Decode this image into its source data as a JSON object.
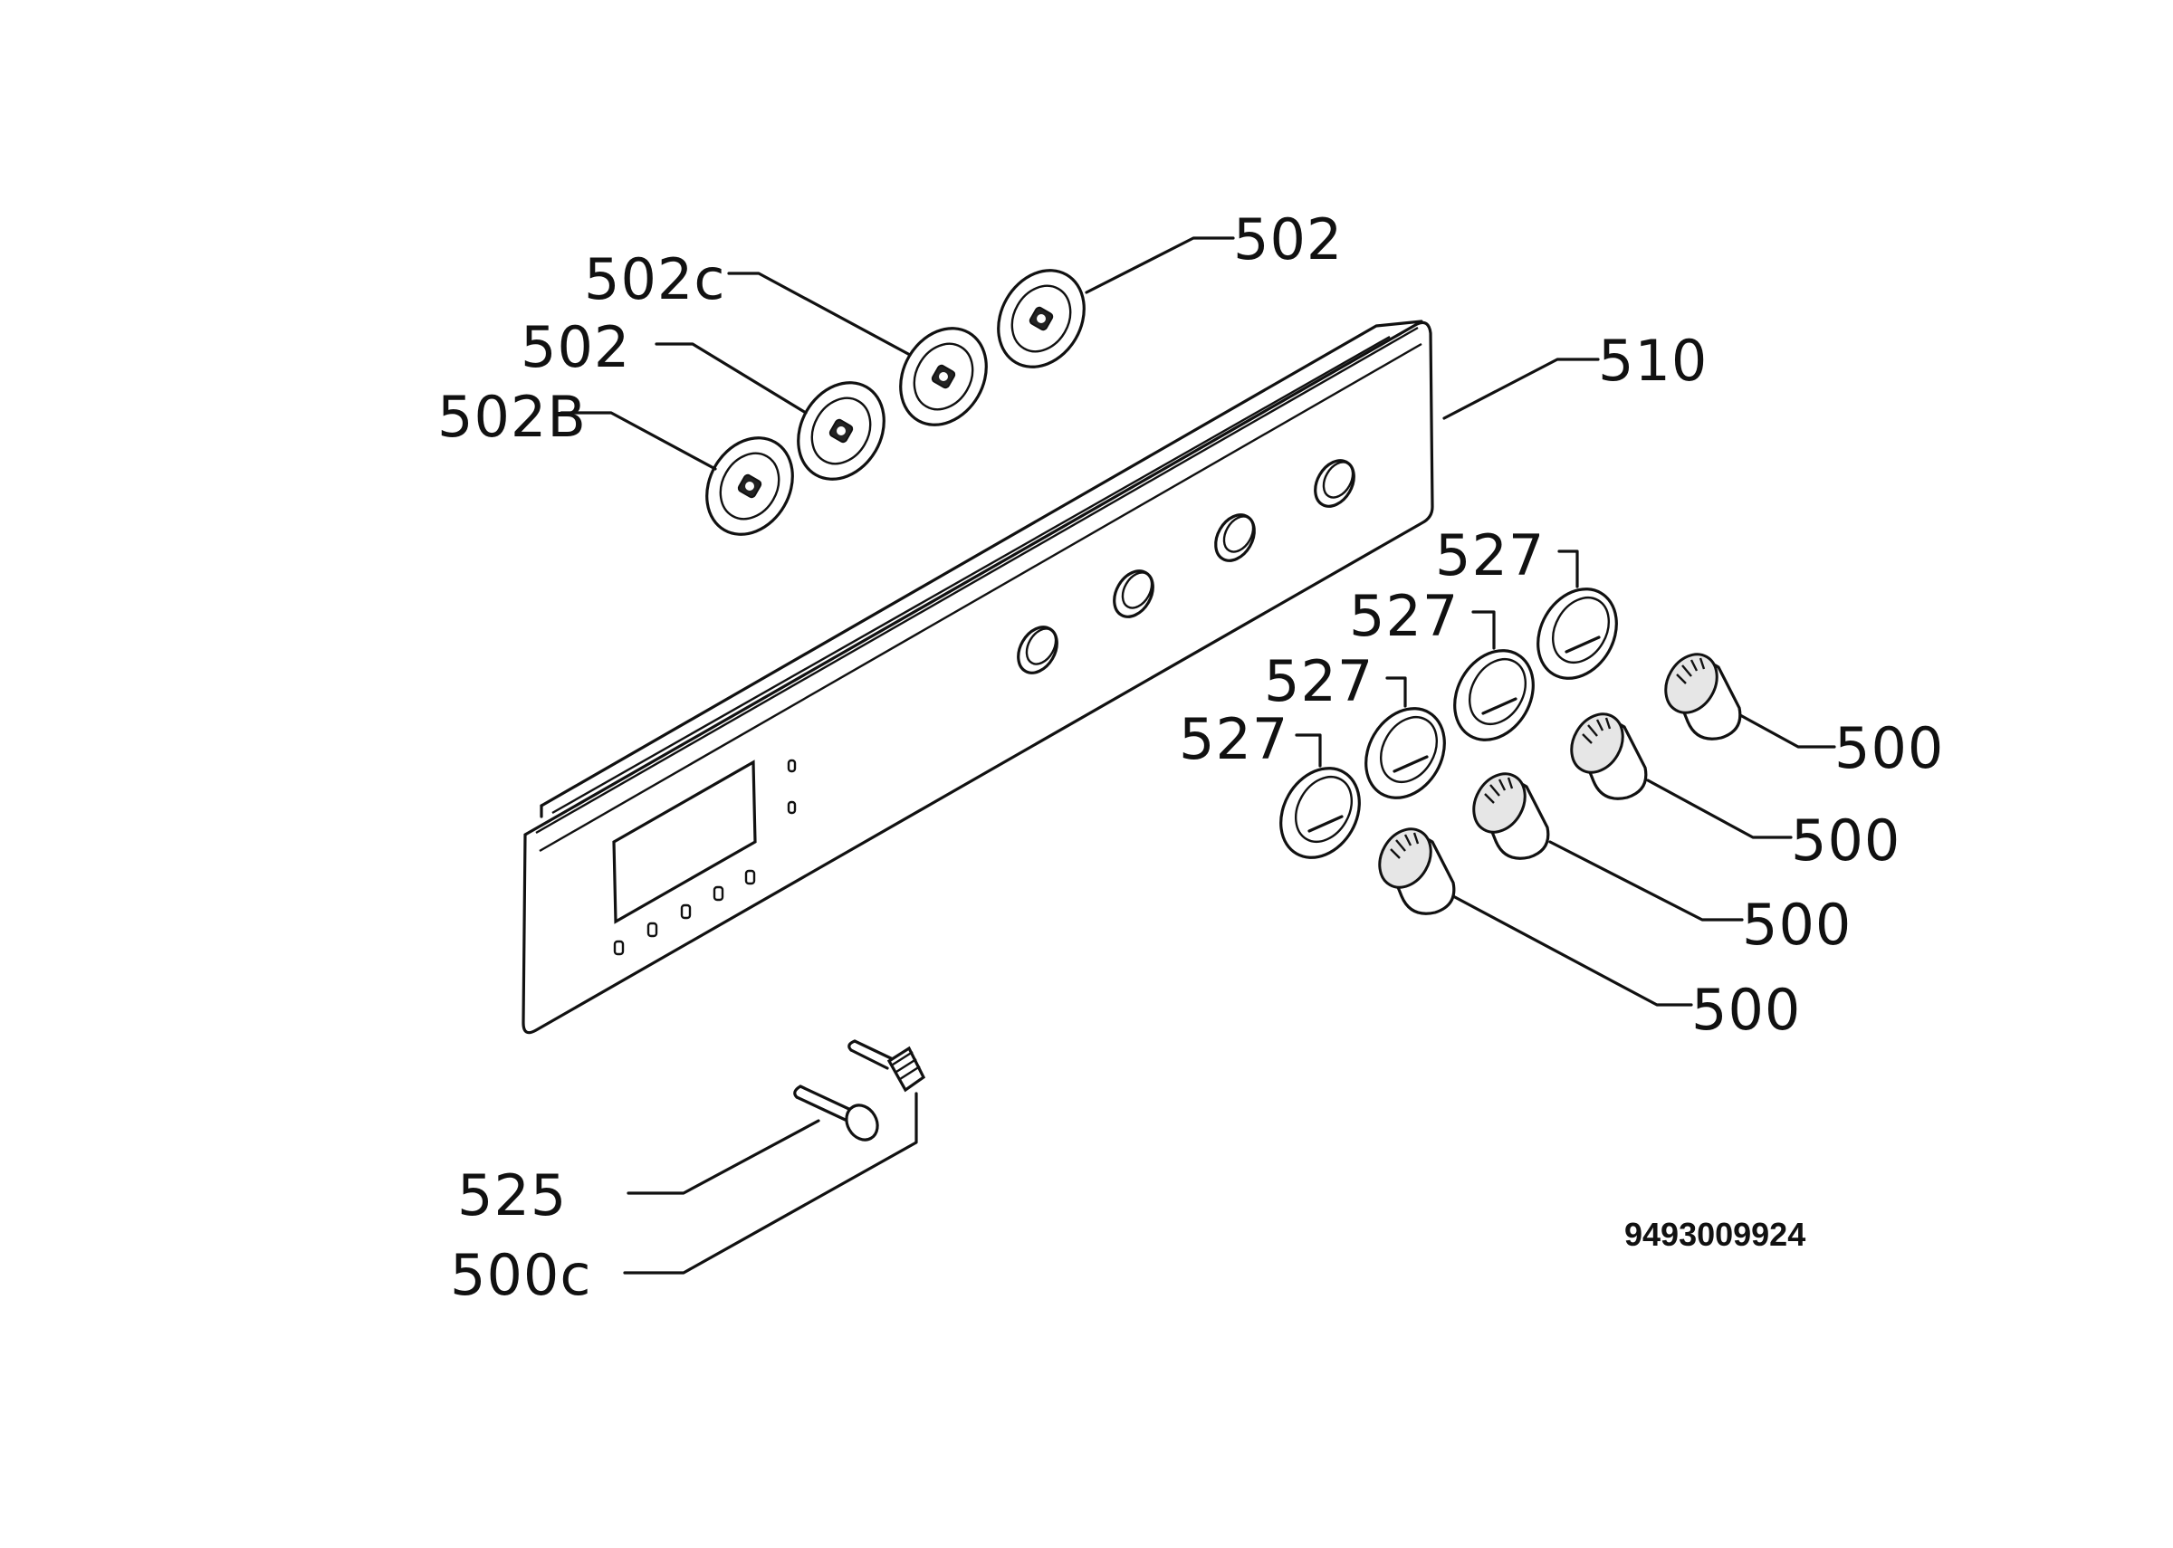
{
  "diagram": {
    "document_number": "9493009924",
    "labels": {
      "disc_far": "502",
      "disc_c": "502c",
      "disc_mid": "502",
      "disc_b": "502B",
      "panel": "510",
      "ring_1": "527",
      "ring_2": "527",
      "ring_3": "527",
      "ring_4": "527",
      "knob_1": "500",
      "knob_2": "500",
      "knob_3": "500",
      "knob_4": "500",
      "pin": "525",
      "small_knob": "500c"
    }
  }
}
